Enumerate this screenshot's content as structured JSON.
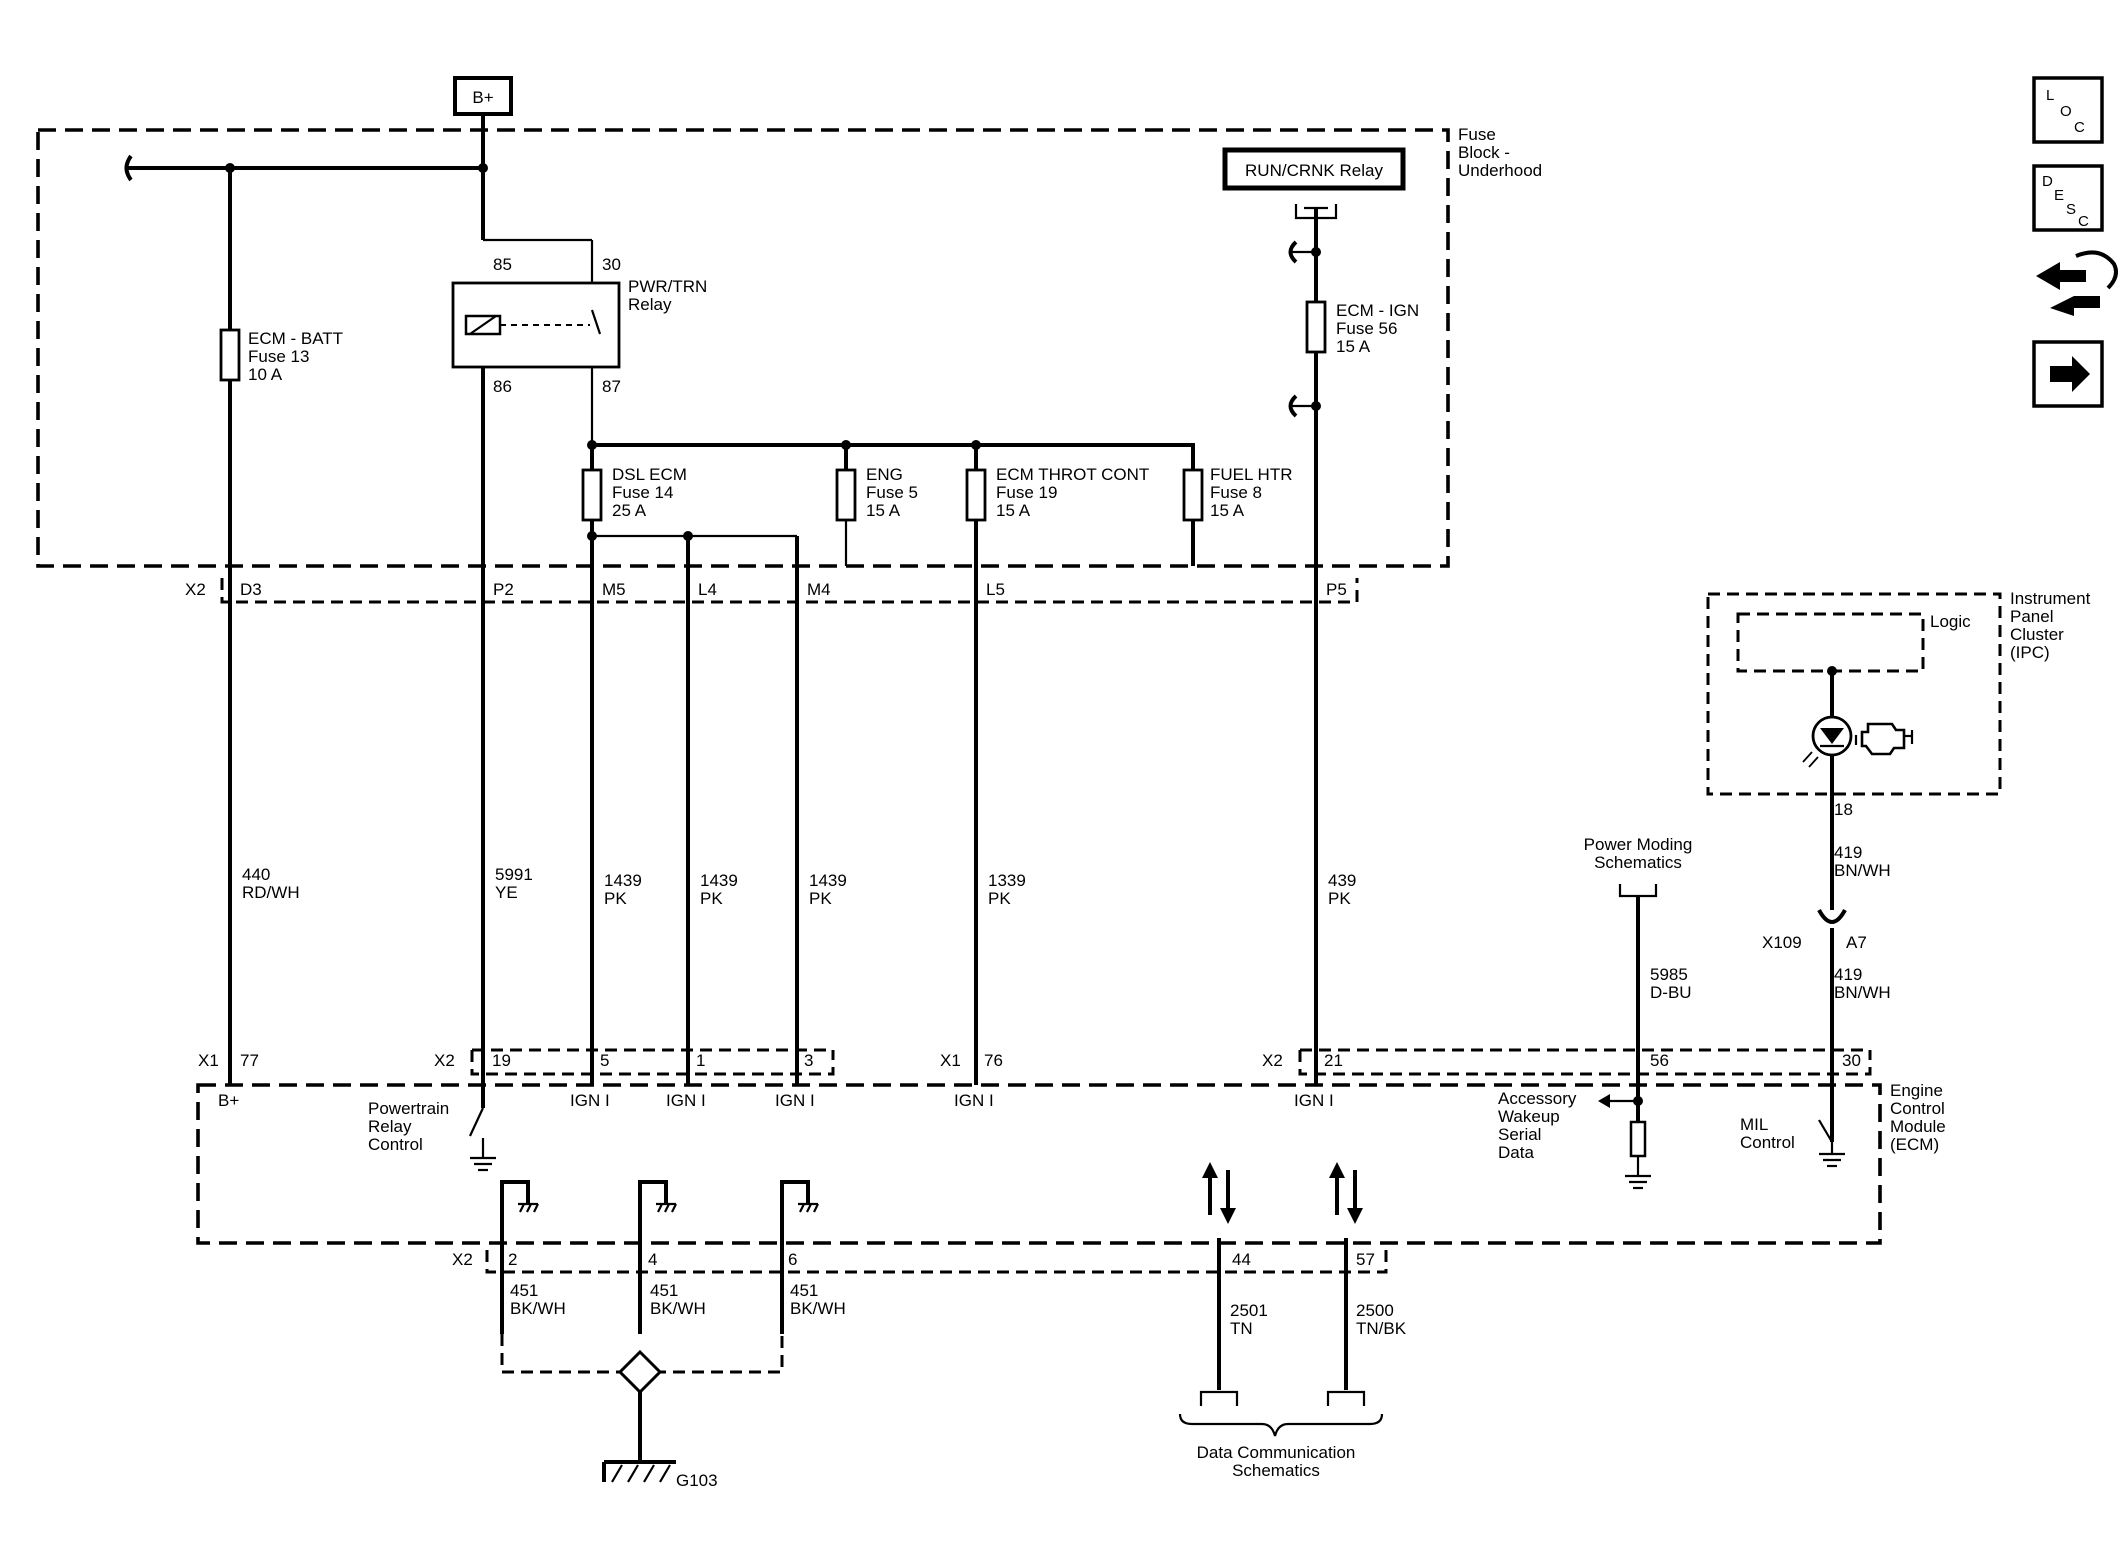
{
  "power": {
    "bplus_top": "B+"
  },
  "fuse_block": {
    "line1": "Fuse",
    "line2": "Block -",
    "line3": "Underhood"
  },
  "run_crnk_relay": "RUN/CRNK Relay",
  "pwr_trn_relay": {
    "line1": "PWR/TRN",
    "line2": "Relay",
    "pin85": "85",
    "pin30": "30",
    "pin86": "86",
    "pin87": "87"
  },
  "fuses": {
    "ecm_batt": {
      "name": "ECM - BATT",
      "fuse": "Fuse 13",
      "amps": "10 A"
    },
    "ecm_ign": {
      "name": "ECM - IGN",
      "fuse": "Fuse 56",
      "amps": "15 A"
    },
    "dsl_ecm": {
      "name": "DSL ECM",
      "fuse": "Fuse 14",
      "amps": "25 A"
    },
    "eng": {
      "name": "ENG",
      "fuse": "Fuse 5",
      "amps": "15 A"
    },
    "ecm_throt": {
      "name": "ECM THROT CONT",
      "fuse": "Fuse 19",
      "amps": "15 A"
    },
    "fuel_htr": {
      "name": "FUEL HTR",
      "fuse": "Fuse 8",
      "amps": "15 A"
    }
  },
  "x2_fuse_connector": {
    "conn": "X2",
    "d3": "D3",
    "p2": "P2",
    "m5": "M5",
    "l4": "L4",
    "m4": "M4",
    "l5": "L5",
    "p5": "P5"
  },
  "wires": {
    "w440": {
      "num": "440",
      "color": "RD/WH"
    },
    "w5991": {
      "num": "5991",
      "color": "YE"
    },
    "w1439a": {
      "num": "1439",
      "color": "PK"
    },
    "w1439b": {
      "num": "1439",
      "color": "PK"
    },
    "w1439c": {
      "num": "1439",
      "color": "PK"
    },
    "w1339": {
      "num": "1339",
      "color": "PK"
    },
    "w439": {
      "num": "439",
      "color": "PK"
    },
    "w5985": {
      "num": "5985",
      "color": "D-BU"
    },
    "w419a": {
      "num": "419",
      "color": "BN/WH"
    },
    "w419b": {
      "num": "419",
      "color": "BN/WH"
    },
    "w451a": {
      "num": "451",
      "color": "BK/WH"
    },
    "w451b": {
      "num": "451",
      "color": "BK/WH"
    },
    "w451c": {
      "num": "451",
      "color": "BK/WH"
    },
    "w2501": {
      "num": "2501",
      "color": "TN"
    },
    "w2500": {
      "num": "2500",
      "color": "TN/BK"
    }
  },
  "ecm_connectors": {
    "x1a": "X1",
    "p77": "77",
    "x2a": "X2",
    "p19": "19",
    "p5": "5",
    "p1": "1",
    "p3": "3",
    "x1b": "X1",
    "p76": "76",
    "x2b": "X2",
    "p21": "21",
    "p56": "56",
    "p30": "30",
    "x2c": "X2",
    "p2": "2",
    "p4": "4",
    "p6": "6",
    "p44": "44",
    "p57": "57"
  },
  "ecm": {
    "line1": "Engine",
    "line2": "Control",
    "line3": "Module",
    "line4": "(ECM)",
    "bplus": "B+",
    "ign_5": "IGN I",
    "ign_1": "IGN I",
    "ign_3": "IGN I",
    "ign_76": "IGN I",
    "ign_21": "IGN I",
    "prc1": "Powertrain",
    "prc2": "Relay",
    "prc3": "Control",
    "acc1": "Accessory",
    "acc2": "Wakeup",
    "acc3": "Serial",
    "acc4": "Data",
    "mil1": "MIL",
    "mil2": "Control"
  },
  "ipc": {
    "line1": "Instrument",
    "line2": "Panel",
    "line3": "Cluster",
    "line4": "(IPC)",
    "logic": "Logic",
    "pin18": "18"
  },
  "x109": {
    "conn": "X109",
    "pin": "A7"
  },
  "power_moding": {
    "line1": "Power Moding",
    "line2": "Schematics"
  },
  "data_comm": {
    "line1": "Data Communication",
    "line2": "Schematics"
  },
  "ground": {
    "name": "G103"
  },
  "nav_icons": [
    {
      "name": "loc-icon",
      "letters": [
        "L",
        "O",
        "C"
      ]
    },
    {
      "name": "desc-icon",
      "letters": [
        "D",
        "E",
        "S",
        "C"
      ]
    },
    {
      "name": "connector-icon"
    },
    {
      "name": "next-arrow-icon"
    }
  ]
}
